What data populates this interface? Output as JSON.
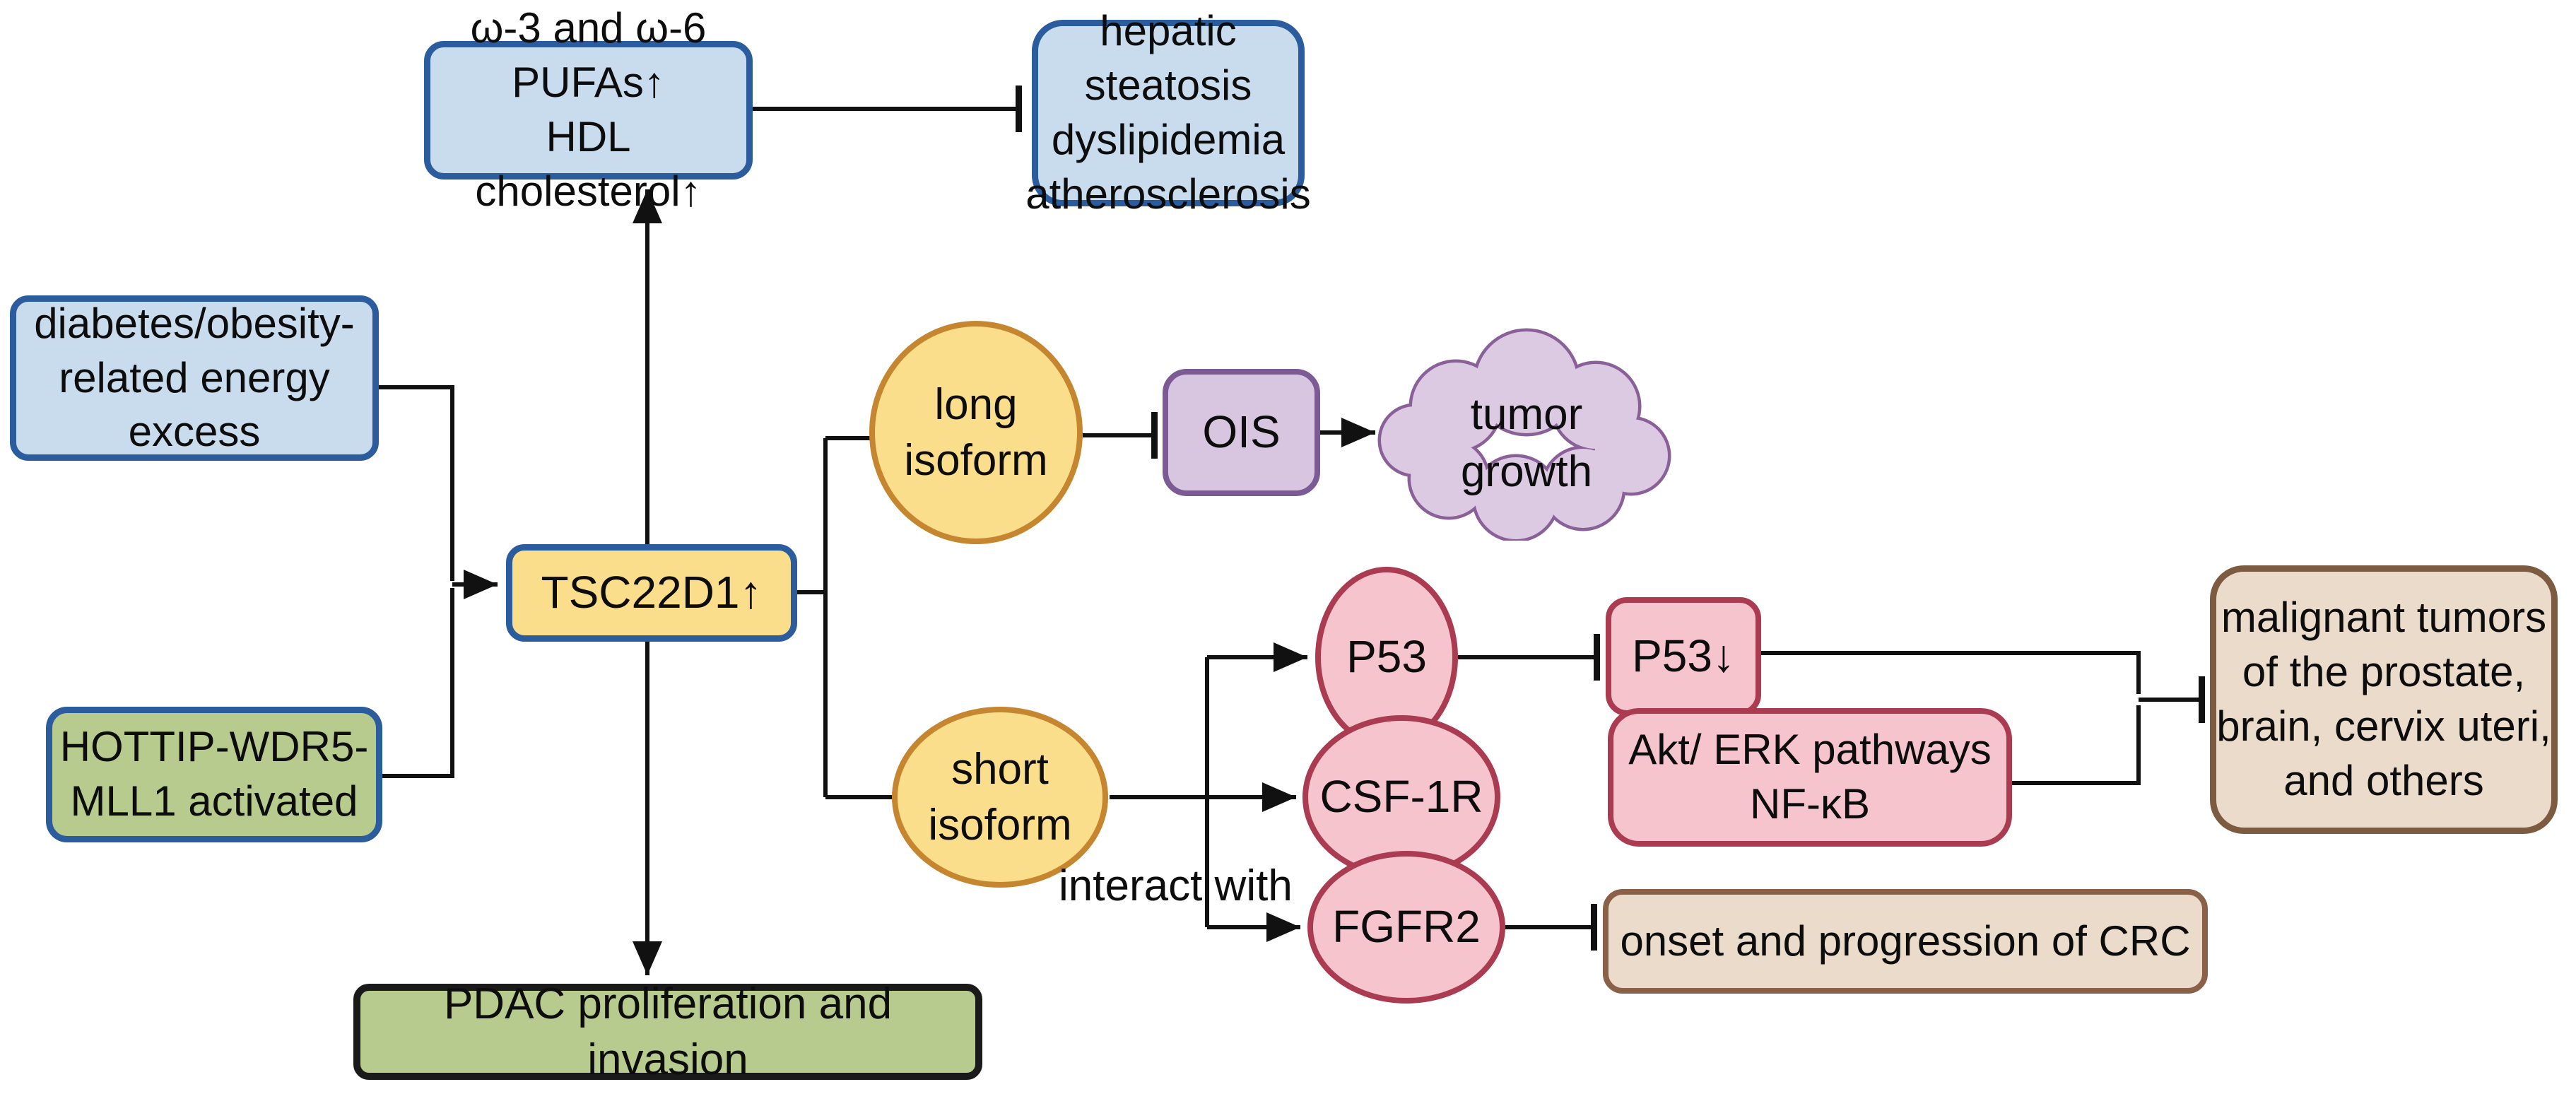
{
  "nodes": {
    "pufas": {
      "label": "ω-3 and ω-6 PUFAs↑\nHDL cholesterol↑"
    },
    "hepatic": {
      "label": "hepatic steatosis\ndyslipidemia\natherosclerosis"
    },
    "diabetes": {
      "label": "diabetes/obesity-\nrelated energy\nexcess"
    },
    "hottip": {
      "label": "HOTTIP-WDR5-\nMLL1 activated"
    },
    "tsc22d1": {
      "label": "TSC22D1↑"
    },
    "long_isoform": {
      "label": "long\nisoform"
    },
    "ois": {
      "label": "OIS"
    },
    "tumor_growth": {
      "label": "tumor\ngrowth"
    },
    "p53": {
      "label": "P53"
    },
    "p53_down": {
      "label": "P53↓"
    },
    "short_isoform": {
      "label": "short\nisoform"
    },
    "csf1r": {
      "label": "CSF-1R"
    },
    "akt_erk": {
      "label": "Akt/ ERK pathways\nNF-κB"
    },
    "fgfr2": {
      "label": "FGFR2"
    },
    "crc": {
      "label": "onset and progression of CRC"
    },
    "malignant": {
      "label": "malignant tumors\nof the prostate,\nbrain, cervix uteri,\nand others"
    },
    "pdac": {
      "label": "PDAC proliferation and invasion"
    }
  },
  "annotations": {
    "interact_with": "interact with"
  },
  "colors": {
    "background": "#ffffff",
    "blue_fill": "#c9dcee",
    "blue_border": "#2b5c9e",
    "green_fill": "#b7cb8e",
    "yellow_fill": "#fbde8b",
    "orange_border": "#c6862f",
    "purple_fill": "#d8c6e1",
    "purple_border": "#7c5a93",
    "cloud_fill": "#dccae3",
    "cloud_border": "#8a6099",
    "pink_fill": "#f5c4cc",
    "pink_border": "#aa3b50",
    "tan_fill": "#ebdbca",
    "tan_border": "#8a6148",
    "tan_border_dark": "#7d5b41",
    "black_border": "#1a1a1a",
    "line": "#111111"
  }
}
